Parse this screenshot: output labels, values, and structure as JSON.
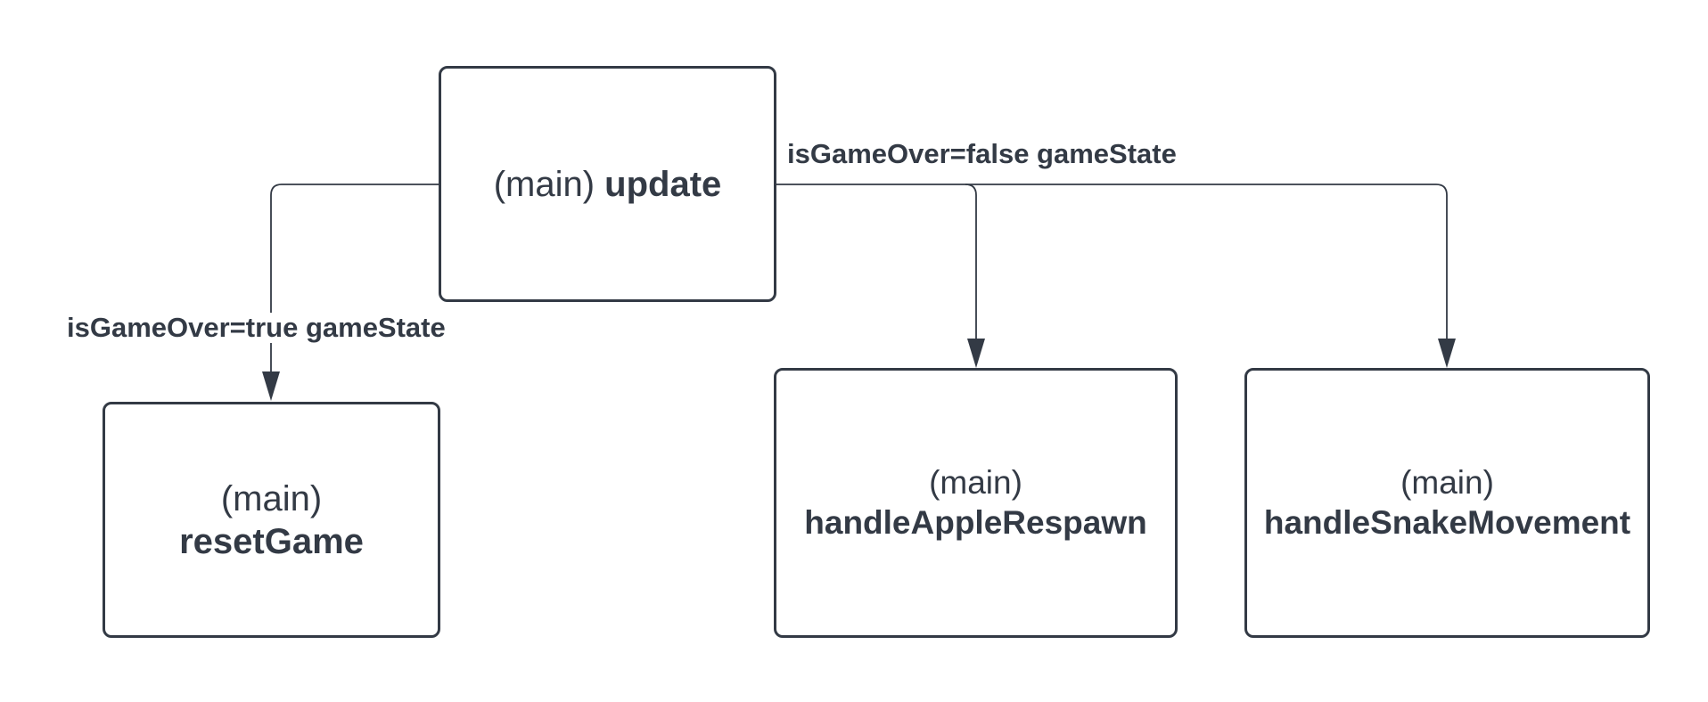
{
  "nodes": {
    "update": {
      "prefix": "(main)",
      "name": "update"
    },
    "reset_game": {
      "prefix": "(main)",
      "name": "resetGame"
    },
    "handle_apple_respawn": {
      "prefix": "(main)",
      "name": "handleAppleRespawn"
    },
    "handle_snake_movement": {
      "prefix": "(main)",
      "name": "handleSnakeMovement"
    }
  },
  "edges": {
    "game_over_true": {
      "label": "isGameOver=true gameState"
    },
    "game_over_false": {
      "label": "isGameOver=false gameState"
    }
  },
  "colors": {
    "stroke": "#333a45",
    "text": "#333a45",
    "background": "#ffffff"
  }
}
